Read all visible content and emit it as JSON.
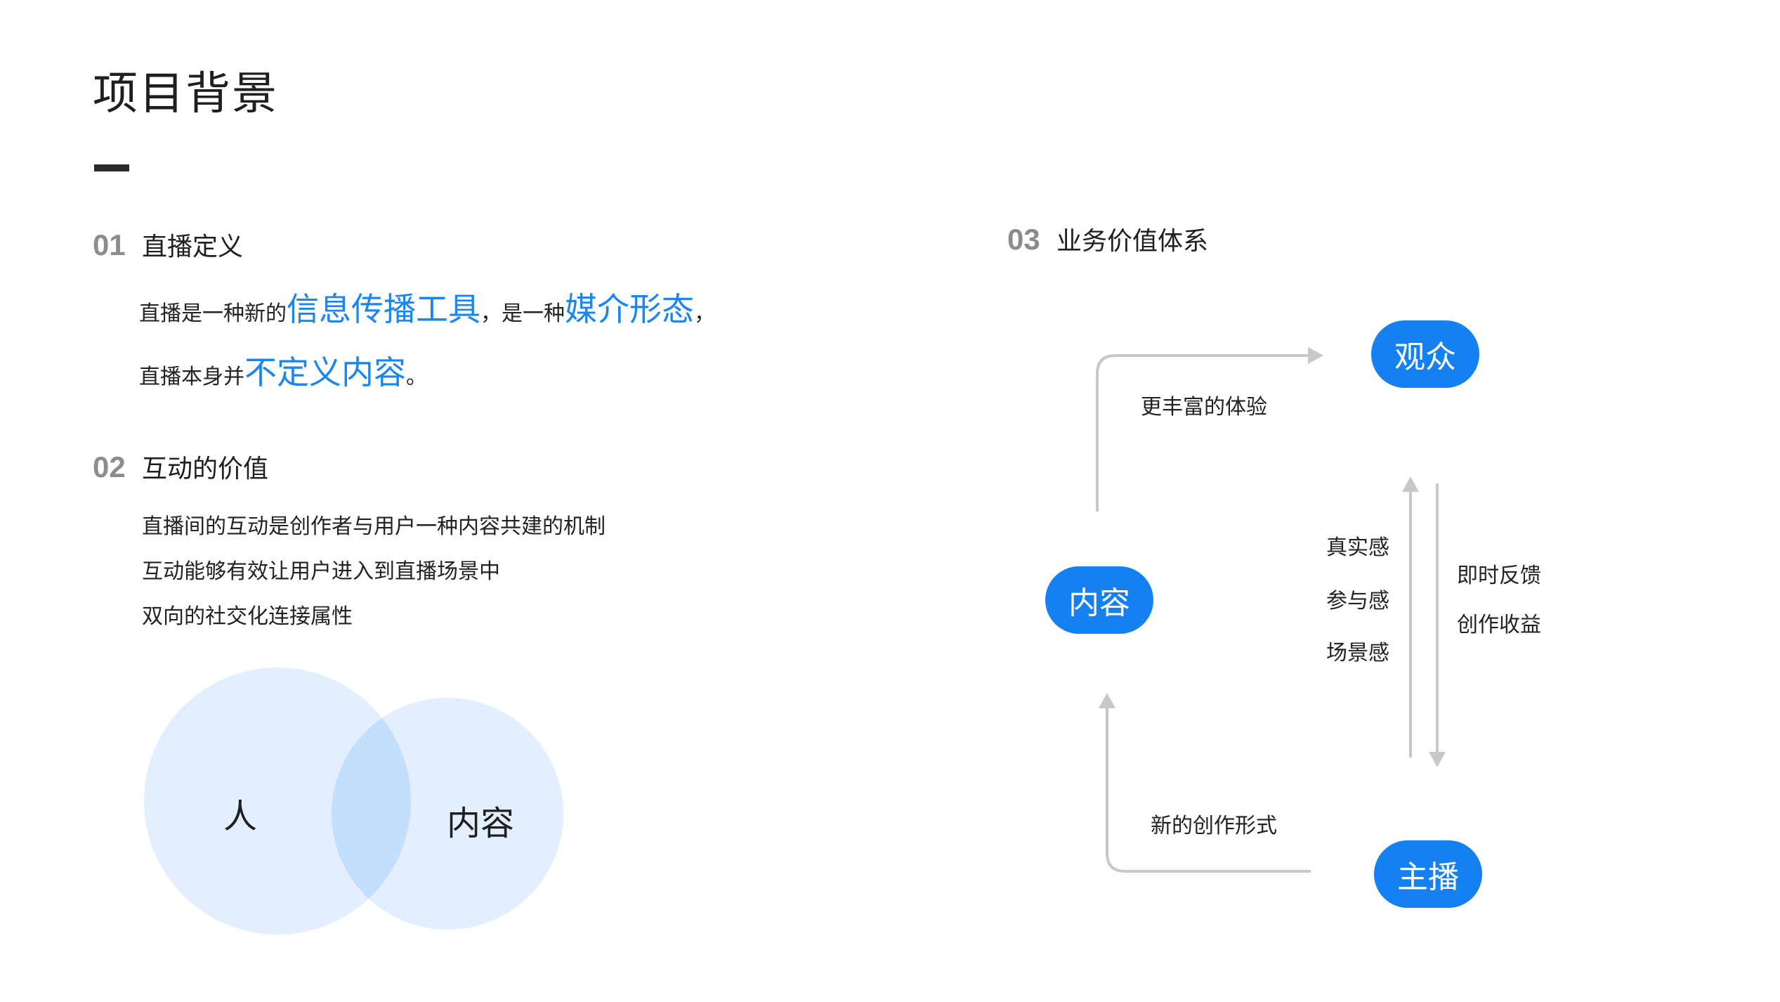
{
  "page": {
    "title": "项目背景"
  },
  "section1": {
    "num": "01",
    "title": "直播定义",
    "line1": {
      "a": "直播是一种新的",
      "b": "信息传播工具",
      "c": "，是一种",
      "d": "媒介形态",
      "e": "，"
    },
    "line2": {
      "a": "直播本身并",
      "b": "不定义内容",
      "c": "。"
    }
  },
  "section2": {
    "num": "02",
    "title": "互动的价值",
    "bullets": [
      "直播间的互动是创作者与用户一种内容共建的机制",
      "互动能够有效让用户进入到直播场景中",
      "双向的社交化连接属性"
    ]
  },
  "venn": {
    "left": "人",
    "right": "内容"
  },
  "section3": {
    "num": "03",
    "title": "业务价值体系",
    "nodes": {
      "audience": "观众",
      "content": "内容",
      "host": "主播"
    },
    "labels": {
      "top": "更丰富的体验",
      "bottom": "新的创作形式",
      "up": [
        "真实感",
        "参与感",
        "场景感"
      ],
      "down": [
        "即时反馈",
        "创作收益"
      ]
    }
  },
  "colors": {
    "accent": "#1580f1",
    "circle": "#e3efff",
    "overlap": "#c4defd",
    "arrow": "#c8c8c8"
  }
}
